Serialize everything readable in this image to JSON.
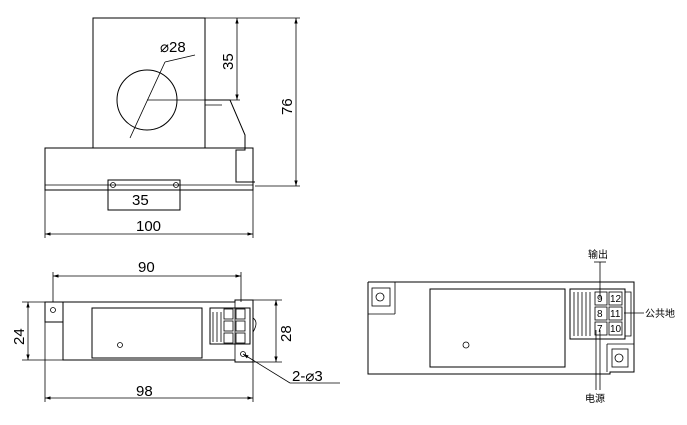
{
  "top_view": {
    "hole_diameter": "⌀28",
    "dim_hole_center": "35",
    "dim_height": "76",
    "dim_slot_width": "35",
    "dim_width": "100"
  },
  "front_view": {
    "dim_mount_spacing": "90",
    "dim_left_height": "24",
    "dim_right_height": "28",
    "dim_total_width": "98",
    "mount_holes": "2-⌀3"
  },
  "terminal_view": {
    "output_label": "输出",
    "common_ground_label": "公共地",
    "power_label": "电源",
    "terminals": [
      {
        "id": "9"
      },
      {
        "id": "12"
      },
      {
        "id": "8"
      },
      {
        "id": "11"
      },
      {
        "id": "7"
      },
      {
        "id": "10"
      }
    ]
  }
}
